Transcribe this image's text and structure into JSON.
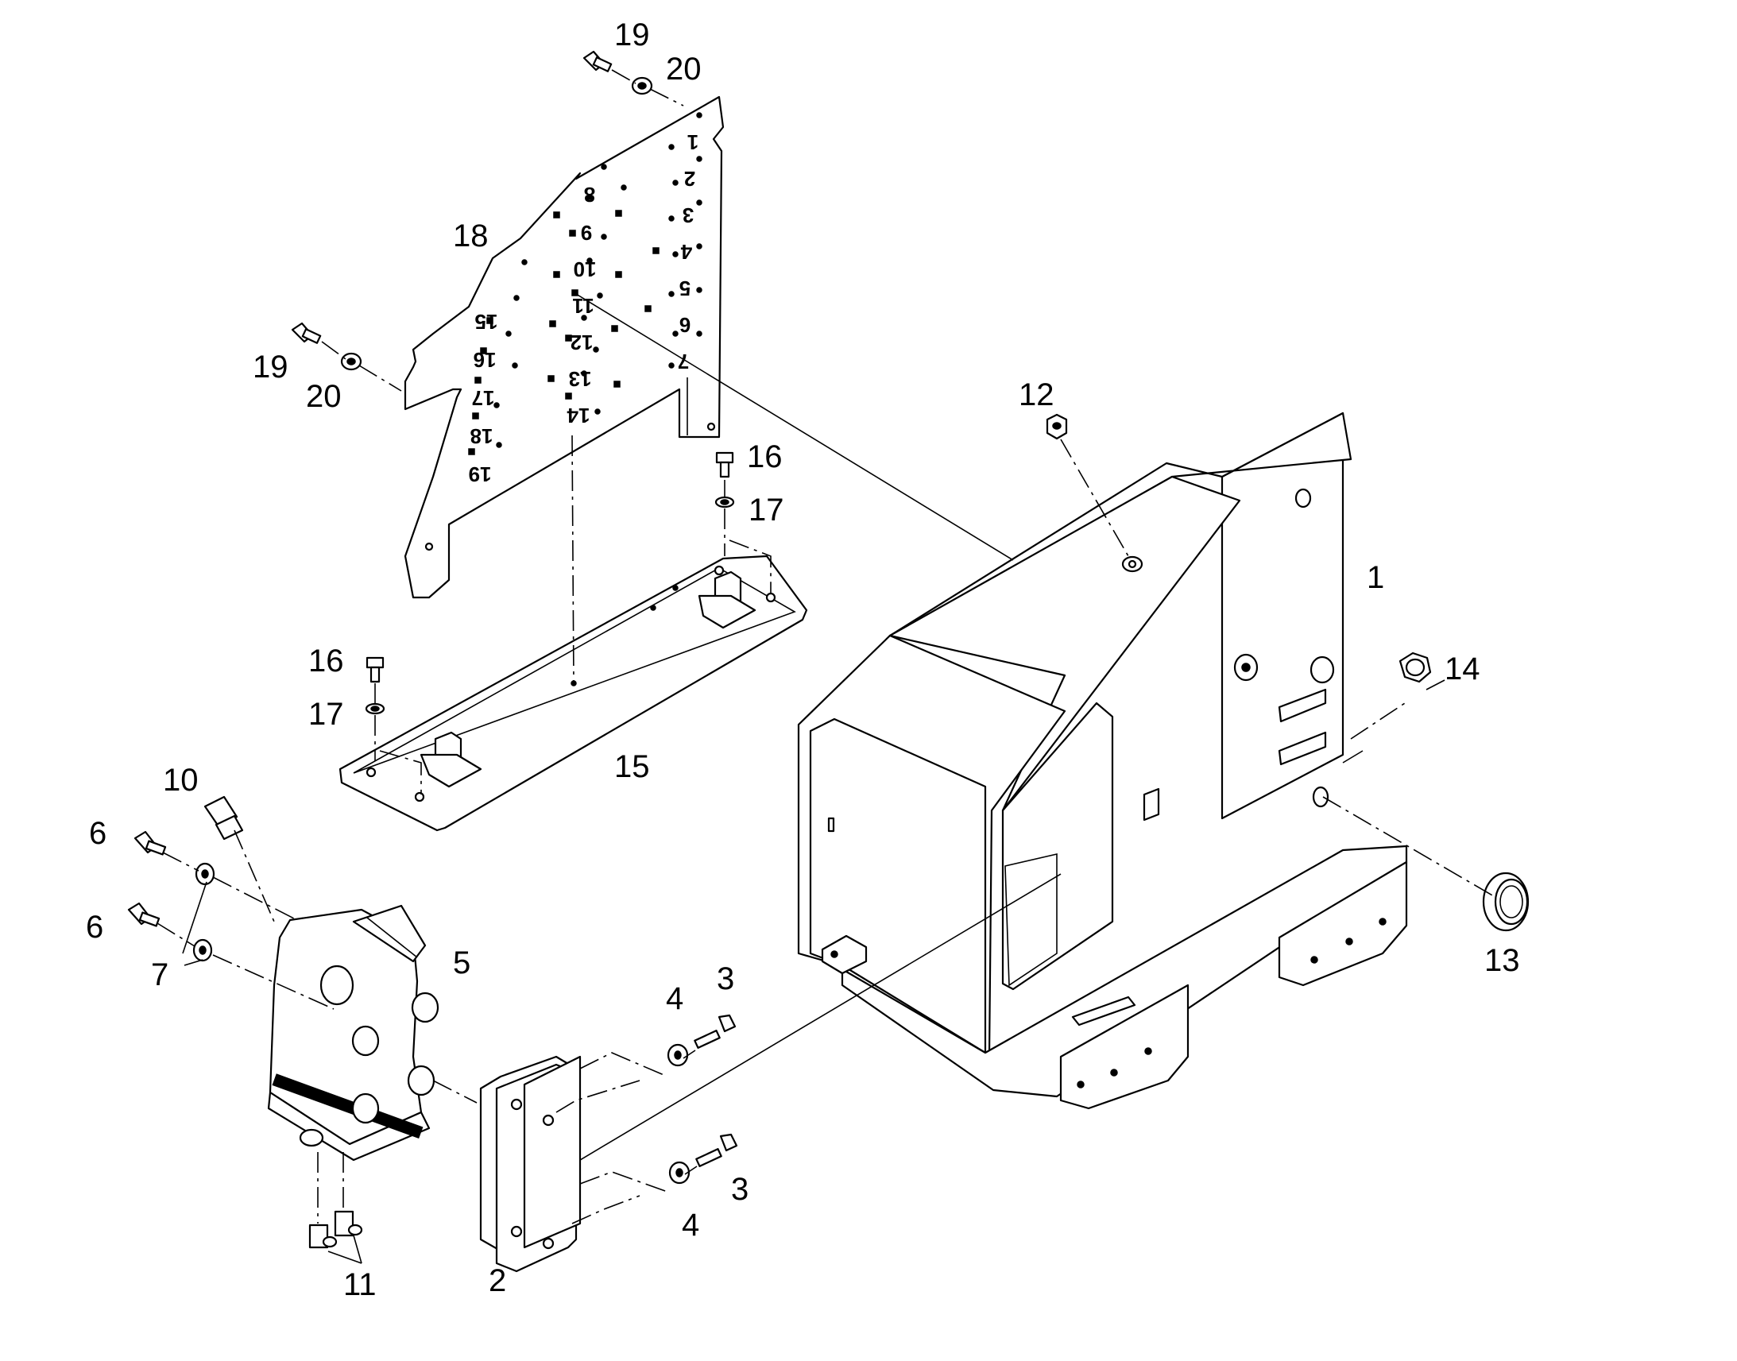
{
  "callouts": {
    "c1": "1",
    "c2": "2",
    "c3a": "3",
    "c3b": "3",
    "c4a": "4",
    "c4b": "4",
    "c5": "5",
    "c6a": "6",
    "c6b": "6",
    "c7": "7",
    "c10": "10",
    "c11": "11",
    "c12": "12",
    "c13": "13",
    "c14": "14",
    "c15": "15",
    "c16a": "16",
    "c16b": "16",
    "c17a": "17",
    "c17b": "17",
    "c18": "18",
    "c19a": "19",
    "c19b": "19",
    "c20a": "20",
    "c20b": "20"
  },
  "plate_numbers": [
    "1",
    "2",
    "3",
    "4",
    "5",
    "6",
    "7",
    "8",
    "9",
    "10",
    "11",
    "12",
    "13",
    "14",
    "15",
    "16",
    "17",
    "18",
    "19"
  ]
}
